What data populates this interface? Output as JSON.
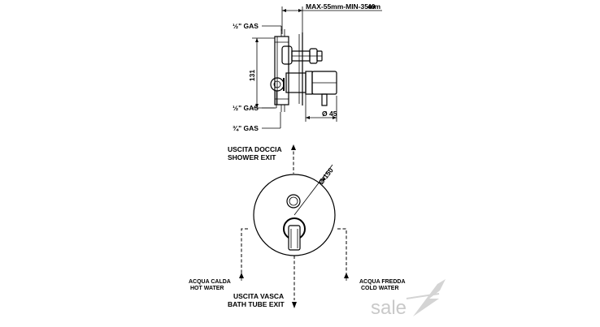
{
  "side_view": {
    "dim_max_min": "MAX-55mm-MIN-35mm",
    "dim_depth": "40",
    "dim_height": "131",
    "label_top_gas": "½\" GAS",
    "label_mid_gas": "½\" GAS",
    "label_bottom_gas": "¾\" GAS",
    "dim_knob_dia": "Ø 45"
  },
  "front_view": {
    "top_outlet_line1": "USCITA DOCCIA",
    "top_outlet_line2": "SHOWER EXIT",
    "plate_dia": "Ø 150",
    "left_inlet_line1": "ACQUA CALDA",
    "left_inlet_line2": "HOT WATER",
    "right_inlet_line1": "ACQUA FREDDA",
    "right_inlet_line2": "COLD WATER",
    "bottom_outlet_line1": "USCITA VASCA",
    "bottom_outlet_line2": "BATH TUBE EXIT"
  },
  "watermark": {
    "text": "sale"
  },
  "colors": {
    "line": "#000000",
    "watermark": "#c9c9c9",
    "background": "#ffffff"
  }
}
